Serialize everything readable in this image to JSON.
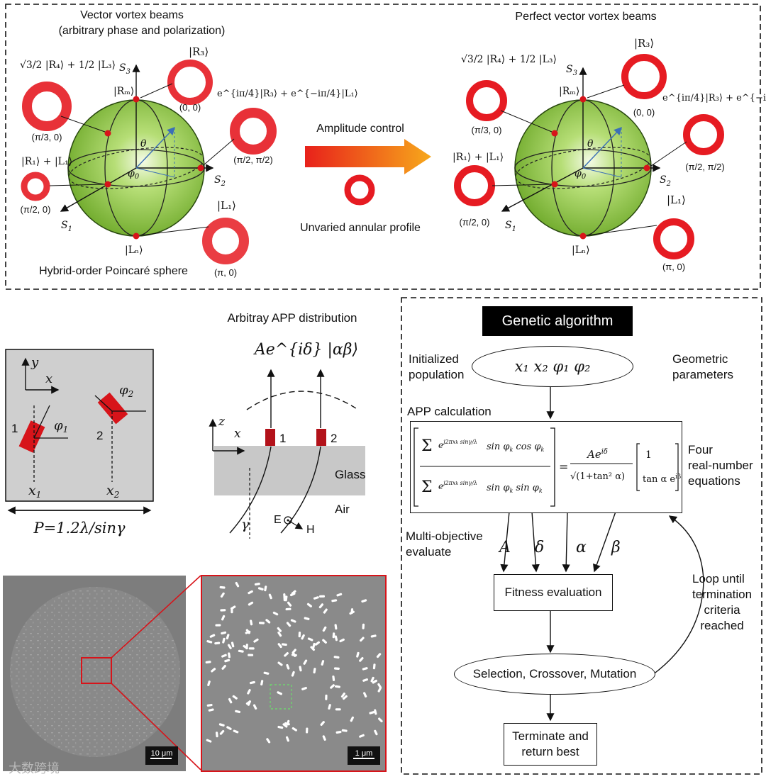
{
  "top_panel": {
    "left_title_1": "Vector vortex beams",
    "left_title_2": "(arbitrary phase and polarization)",
    "right_title": "Perfect vector vortex beams",
    "sphere_caption": "Hybrid-order Poincaré sphere",
    "arrow_label": "Amplitude control",
    "annular_label": "Unvaried annular profile",
    "axes": {
      "s1": "S",
      "s1_sub": "1",
      "s2": "S",
      "s2_sub": "2",
      "s3": "S",
      "s3_sub": "3",
      "theta": "θ",
      "phi": "φ",
      "phi_sub": "0"
    },
    "states": {
      "r3": "|R₃⟩",
      "l1": "|L₁⟩",
      "rm": "|Rₘ⟩",
      "ln": "|Lₙ⟩",
      "mix_sqrt": "√3/2 |R₄⟩ + 1/2 |L₃⟩",
      "mix_phase": "e^{iπ/4}|R₃⟩ + e^{−iπ/4}|L₁⟩",
      "sum": "|R₁⟩ + |L₁⟩"
    },
    "coords": {
      "c00": "(0, 0)",
      "c_pi3": "(π/3, 0)",
      "c_pi2_pi2": "(π/2, π/2)",
      "c_pi2_0": "(π/2, 0)",
      "c_pi_0": "(π, 0)"
    }
  },
  "unit_cell": {
    "axis_y": "y",
    "axis_x": "x",
    "phi1": "φ",
    "phi1_sub": "1",
    "phi2": "φ",
    "phi2_sub": "2",
    "label1": "1",
    "label2": "2",
    "x1": "x",
    "x1_sub": "1",
    "x2": "x",
    "x2_sub": "2",
    "period": "P=1.2λ/sinγ"
  },
  "app_panel": {
    "title": "Arbitray APP distribution",
    "formula": "Ae^{iδ} |αβ⟩",
    "axis_z": "z",
    "axis_x": "x",
    "label1": "1",
    "label2": "2",
    "glass": "Glass",
    "air": "Air",
    "gamma": "γ",
    "e_field": "E",
    "h_field": "H"
  },
  "sem": {
    "scale_left": "10 μm",
    "scale_right": "1 μm",
    "watermark": "大数跨境"
  },
  "flowchart": {
    "header": "Genetic algorithm",
    "init_label_1": "Initialized",
    "init_label_2": "population",
    "params": "x₁  x₂  φ₁  φ₂",
    "geo_label_1": "Geometric",
    "geo_label_2": "parameters",
    "app_calc": "APP calculation",
    "four_1": "Four",
    "four_2": "real-number",
    "four_3": "equations",
    "multi_1": "Multi-objective",
    "multi_2": "evaluate",
    "greek": [
      "A",
      "δ",
      "α",
      "β"
    ],
    "fitness": "Fitness evaluation",
    "loop_1": "Loop until",
    "loop_2": "termination",
    "loop_3": "criteria",
    "loop_4": "reached",
    "selection": "Selection, Crossover, Mutation",
    "terminate_1": "Terminate and",
    "terminate_2": "return best"
  },
  "colors": {
    "sphere_green": "#8dc63f",
    "accent_red": "#d7141a",
    "dashed_border": "#111111",
    "glass_gray": "#c8c8c8",
    "sem_gray": "#7f7f7f"
  }
}
